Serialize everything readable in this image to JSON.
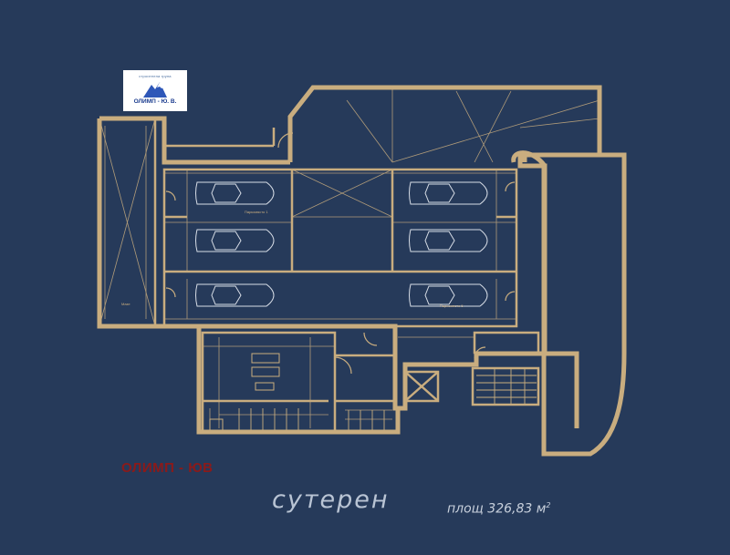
{
  "logo": {
    "tagline": "строителна група",
    "name": "ОЛИМП - Ю. В."
  },
  "watermark": "ОЛИМП - ЮВ",
  "plan": {
    "title": "сутерен",
    "area_label": "площ 326,83 м",
    "area_unit_sup": "2",
    "line_color": "#c9ad7f",
    "background_color": "#263a5a"
  },
  "rooms": [
    {
      "id": "storage",
      "label": "Мазе"
    },
    {
      "id": "parking-1",
      "label": "Паркомясто 1"
    },
    {
      "id": "parking-5",
      "label": "Паркомясто 5"
    }
  ]
}
